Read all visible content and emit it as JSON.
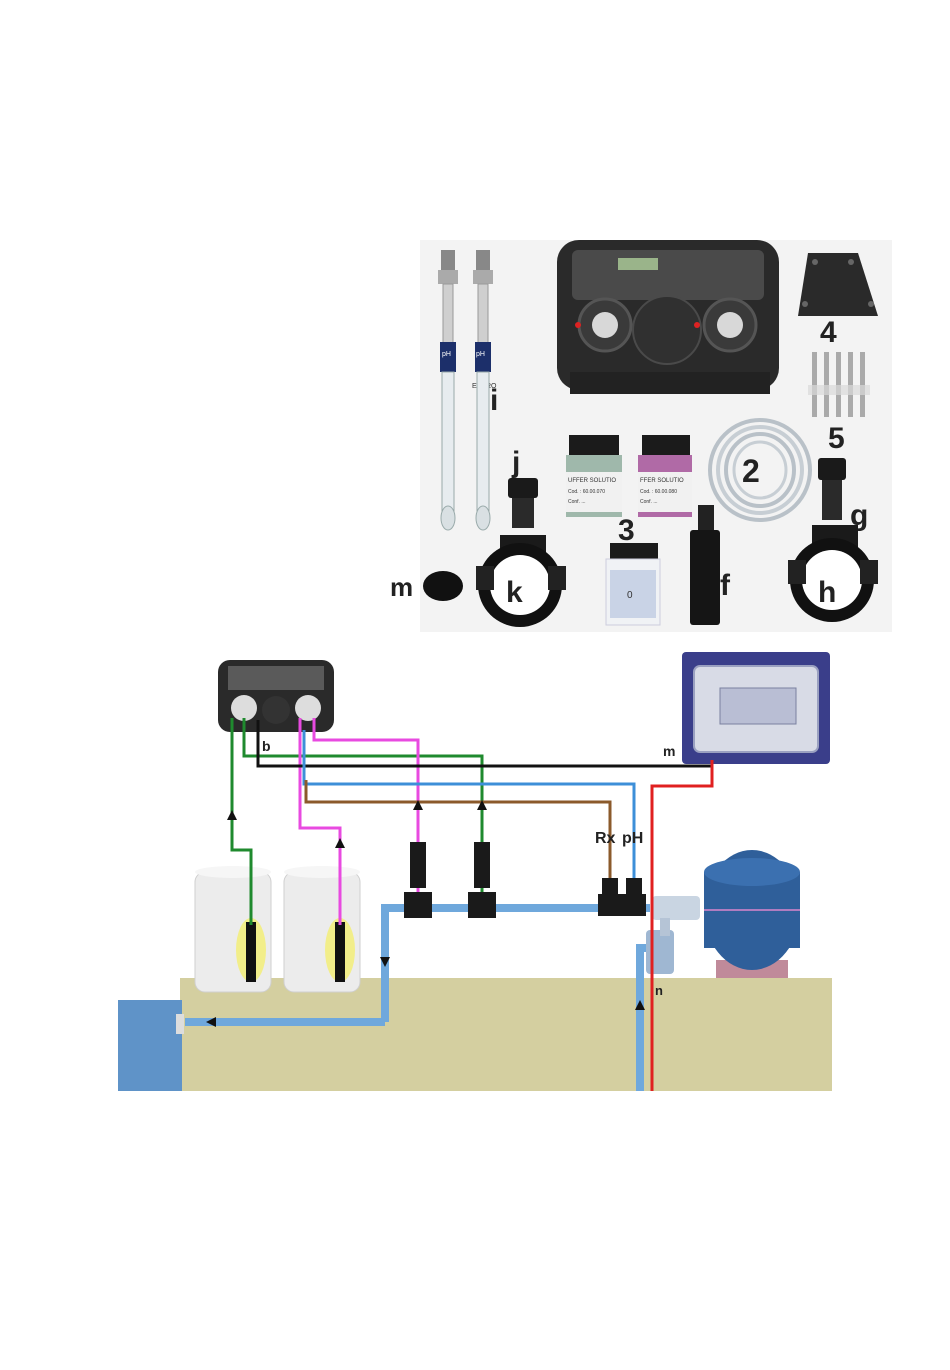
{
  "parts_photo": {
    "labels": {
      "i": "i",
      "j": "j",
      "k": "k",
      "m": "m",
      "f": "f",
      "g": "g",
      "h": "h",
      "n2": "2",
      "n3": "3",
      "n4": "4",
      "n5": "5"
    },
    "electrode_text": "pH",
    "electrode_text2": "ECTRO",
    "bottle1_lines": [
      "UFFER SOLUTIO",
      "Cod. : 60.00.070",
      "Conf. ..."
    ],
    "bottle2_lines": [
      "FFER SOLUTIO",
      "Cod. : 60.00.080",
      "Conf. ..."
    ],
    "bottle3_text": "0"
  },
  "installation": {
    "labels": {
      "b": "b",
      "m": "m",
      "rx": "Rx",
      "ph": "pH",
      "n": "n"
    }
  },
  "colors": {
    "water_pipe": "#6fa8dc",
    "green_line": "#1f8a2e",
    "magenta_line": "#e84ae0",
    "black_line": "#111111",
    "blue_line": "#3d8fd8",
    "brown_line": "#8b5a2b",
    "red_line": "#e02020",
    "ground": "#d4cfa0",
    "pool_water": "#5f93c8",
    "filter_tank": "#2f5f9a"
  }
}
